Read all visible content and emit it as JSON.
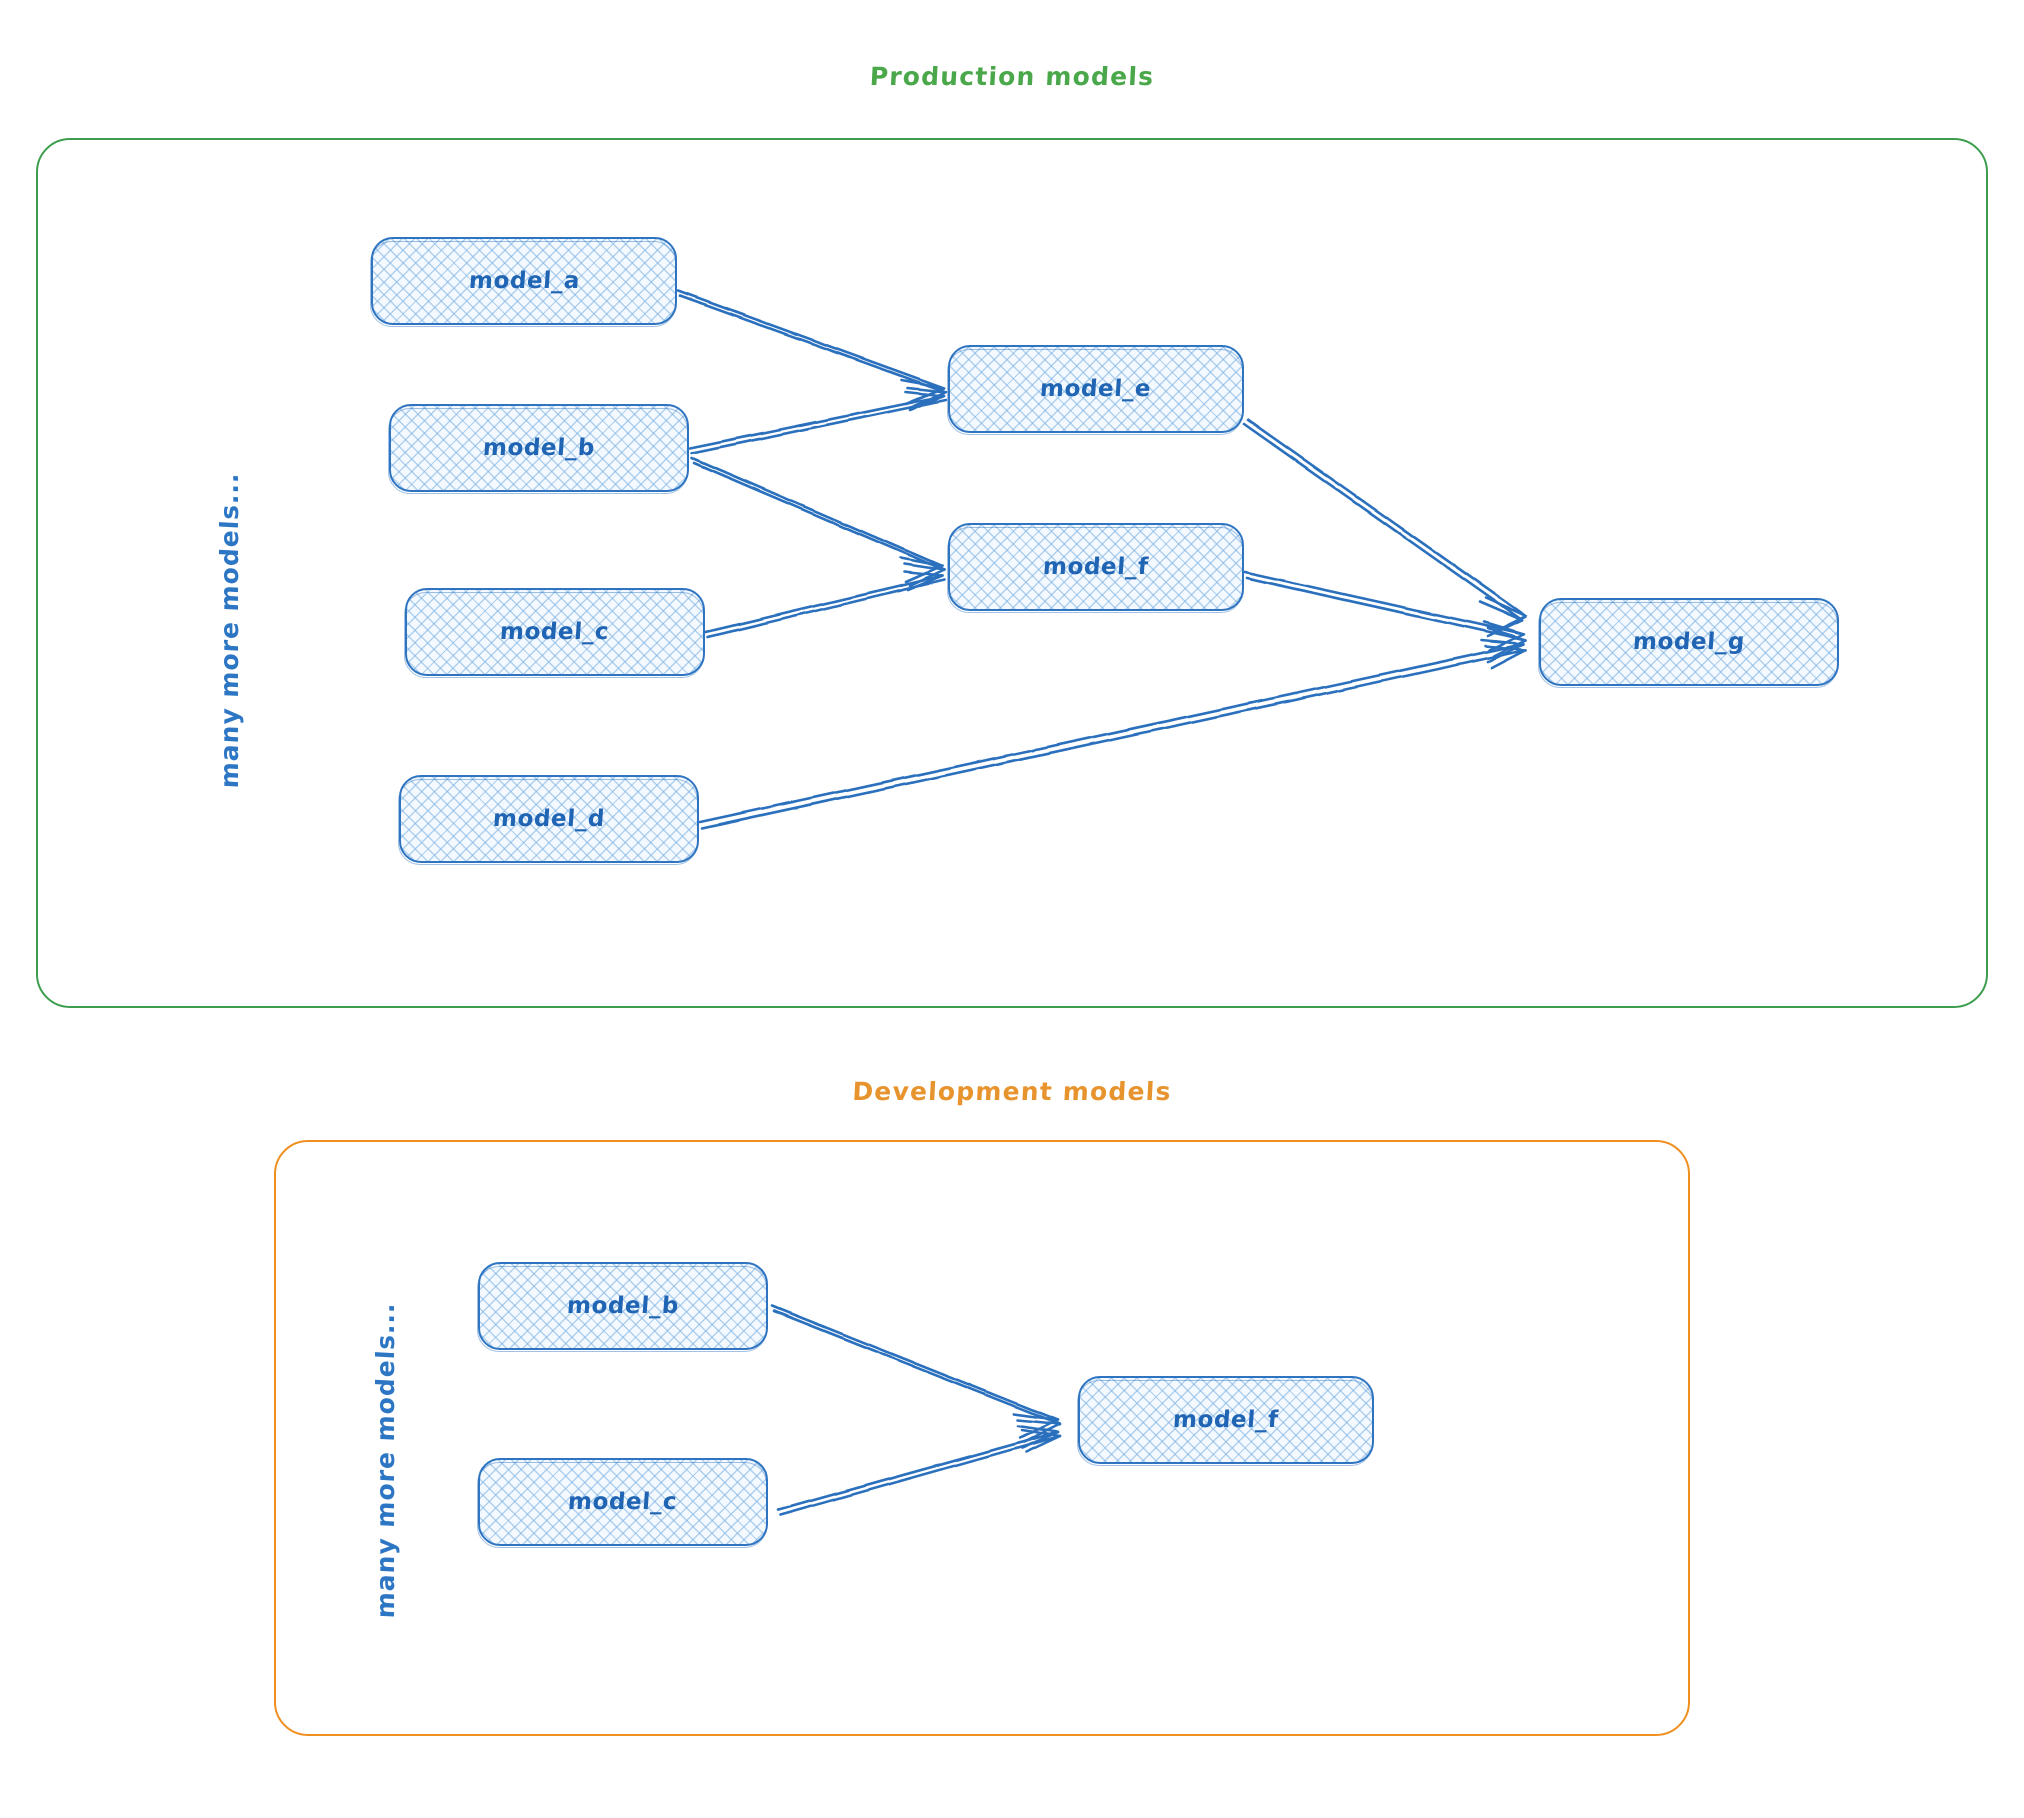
{
  "groups": [
    {
      "id": "production",
      "title": "Production models",
      "color": "#3d9e4e",
      "side_label": "many more models..."
    },
    {
      "id": "development",
      "title": "Development models",
      "color": "#ef8f20",
      "side_label": "many more models..."
    }
  ],
  "production": {
    "title": "Production models",
    "border_color": "#3d9e4e",
    "side_label": "many more models...",
    "nodes": [
      {
        "id": "a",
        "label": "model_a"
      },
      {
        "id": "b",
        "label": "model_b"
      },
      {
        "id": "c",
        "label": "model_c"
      },
      {
        "id": "d",
        "label": "model_d"
      },
      {
        "id": "e",
        "label": "model_e"
      },
      {
        "id": "f",
        "label": "model_f"
      },
      {
        "id": "g",
        "label": "model_g"
      }
    ],
    "edges": [
      {
        "from": "model_a",
        "to": "model_e"
      },
      {
        "from": "model_b",
        "to": "model_e"
      },
      {
        "from": "model_b",
        "to": "model_f"
      },
      {
        "from": "model_c",
        "to": "model_f"
      },
      {
        "from": "model_e",
        "to": "model_g"
      },
      {
        "from": "model_f",
        "to": "model_g"
      },
      {
        "from": "model_d",
        "to": "model_g"
      }
    ]
  },
  "development": {
    "title": "Development models",
    "border_color": "#ef8f20",
    "side_label": "many more models...",
    "nodes": [
      {
        "id": "b",
        "label": "model_b"
      },
      {
        "id": "c",
        "label": "model_c"
      },
      {
        "id": "f",
        "label": "model_f"
      }
    ],
    "edges": [
      {
        "from": "model_b",
        "to": "model_f"
      },
      {
        "from": "model_c",
        "to": "model_f"
      }
    ]
  },
  "style": {
    "node_fill": "#f3f9fe",
    "node_hatch": "#78afe2",
    "node_stroke": "#2e74c0",
    "node_text": "#2064b4",
    "edge_color": "#2a6fbd",
    "label_text": "#2d76c4"
  }
}
